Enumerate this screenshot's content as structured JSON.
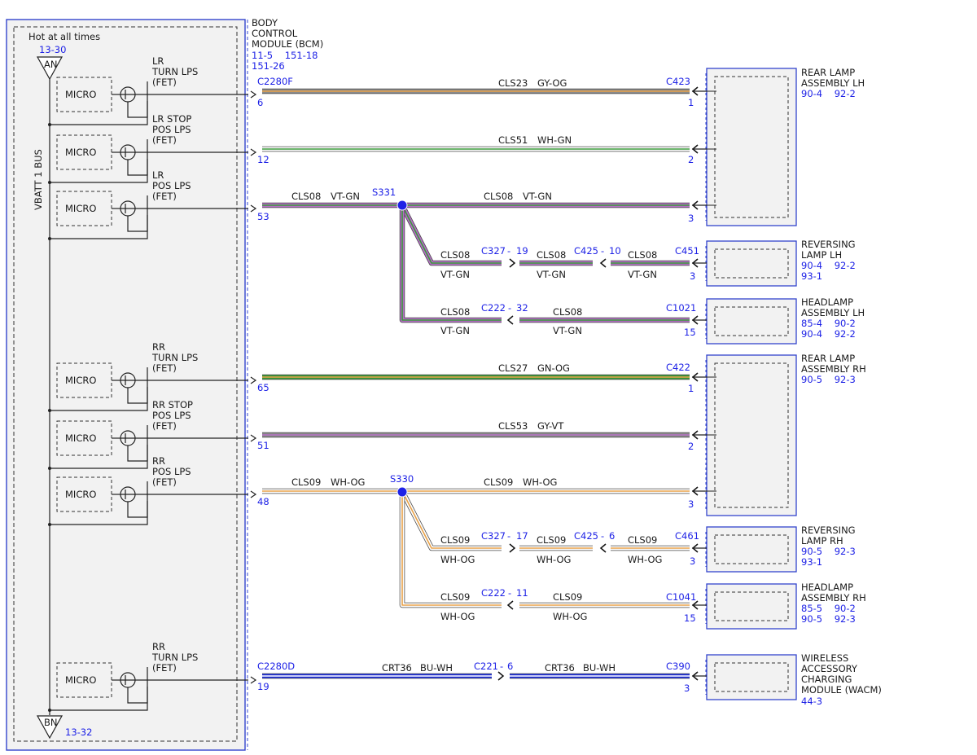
{
  "bcm": {
    "power_label": "Hot at all times",
    "ref_top": "13-30",
    "node_top": "AN",
    "bus_label": "VBATT 1 BUS",
    "node_bottom": "BN",
    "ref_bottom": "13-32",
    "title_lines": [
      "BODY",
      "CONTROL",
      "MODULE (BCM)"
    ],
    "ref_lines": [
      "11-5    151-18",
      "151-26"
    ]
  },
  "micros": [
    {
      "label": "MICRO",
      "fet": [
        "LR",
        "TURN LPS",
        "(FET)"
      ]
    },
    {
      "label": "MICRO",
      "fet": [
        "LR STOP",
        "POS LPS",
        "(FET)"
      ]
    },
    {
      "label": "MICRO",
      "fet": [
        "LR",
        "POS LPS",
        "(FET)"
      ]
    },
    {
      "label": "MICRO",
      "fet": [
        "RR",
        "TURN LPS",
        "(FET)"
      ]
    },
    {
      "label": "MICRO",
      "fet": [
        "RR STOP",
        "POS LPS",
        "(FET)"
      ]
    },
    {
      "label": "MICRO",
      "fet": [
        "RR",
        "POS LPS",
        "(FET)"
      ]
    },
    {
      "label": "MICRO",
      "fet": [
        "RR",
        "TURN LPS",
        "(FET)"
      ]
    }
  ],
  "colors": {
    "GY": "#8c8c8c",
    "OG": "#e8a24a",
    "WH": "#ffffff",
    "GN": "#3a9a3a",
    "VT": "#b46fc4",
    "BU": "#2233dd",
    "BK": "#1a1a1a",
    "BN": "#8b5a2b",
    "blue_text": "#1e22e6",
    "splice": "#1e22e6"
  },
  "circuits": {
    "c1": {
      "bcm_connector": "C2280F",
      "bcm_pin": "6",
      "code": "CLS23",
      "color": "GY-OG",
      "dest_connector": "C423",
      "dest_pin": "1"
    },
    "c2": {
      "bcm_pin": "12",
      "code": "CLS51",
      "color": "WH-GN",
      "dest_pin": "2"
    },
    "c3": {
      "bcm_pin": "53",
      "code": "CLS08",
      "color": "VT-GN",
      "splice": "S331",
      "dest_pin": "3",
      "branch_a": {
        "inline1": "C327",
        "inline1_pin": "19",
        "inline2": "C425",
        "inline2_pin": "10",
        "dest_connector": "C451",
        "dest_pin": "3"
      },
      "branch_b": {
        "inline1": "C222",
        "inline1_pin": "32",
        "dest_connector": "C1021",
        "dest_pin": "15"
      }
    },
    "c4": {
      "bcm_pin": "65",
      "code": "CLS27",
      "color": "GN-OG",
      "dest_connector": "C422",
      "dest_pin": "1"
    },
    "c5": {
      "bcm_pin": "51",
      "code": "CLS53",
      "color": "GY-VT",
      "dest_pin": "2"
    },
    "c6": {
      "bcm_pin": "48",
      "code": "CLS09",
      "color": "WH-OG",
      "splice": "S330",
      "dest_pin": "3",
      "branch_a": {
        "inline1": "C327",
        "inline1_pin": "17",
        "inline2": "C425",
        "inline2_pin": "6",
        "dest_connector": "C461",
        "dest_pin": "3"
      },
      "branch_b": {
        "inline1": "C222",
        "inline1_pin": "11",
        "dest_connector": "C1041",
        "dest_pin": "15"
      }
    },
    "c7": {
      "bcm_connector": "C2280D",
      "bcm_pin": "19",
      "code": "CRT36",
      "color": "BU-WH",
      "inline1": "C221",
      "inline1_pin": "6",
      "dest_connector": "C390",
      "dest_pin": "3"
    }
  },
  "components": [
    {
      "name_lines": [
        "REAR LAMP",
        "ASSEMBLY LH"
      ],
      "ref_lines": [
        "90-4    92-2"
      ]
    },
    {
      "name_lines": [
        "REVERSING",
        "LAMP LH"
      ],
      "ref_lines": [
        "90-4    92-2",
        "93-1"
      ]
    },
    {
      "name_lines": [
        "HEADLAMP",
        "ASSEMBLY LH"
      ],
      "ref_lines": [
        "85-4    90-2",
        "90-4    92-2"
      ]
    },
    {
      "name_lines": [
        "REAR LAMP",
        "ASSEMBLY RH"
      ],
      "ref_lines": [
        "90-5    92-3"
      ]
    },
    {
      "name_lines": [
        "REVERSING",
        "LAMP RH"
      ],
      "ref_lines": [
        "90-5    92-3",
        "93-1"
      ]
    },
    {
      "name_lines": [
        "HEADLAMP",
        "ASSEMBLY RH"
      ],
      "ref_lines": [
        "85-5    90-2",
        "90-5    92-3"
      ]
    },
    {
      "name_lines": [
        "WIRELESS",
        "ACCESSORY",
        "CHARGING",
        "MODULE (WACM)"
      ],
      "ref_lines": [
        "44-3"
      ]
    }
  ]
}
